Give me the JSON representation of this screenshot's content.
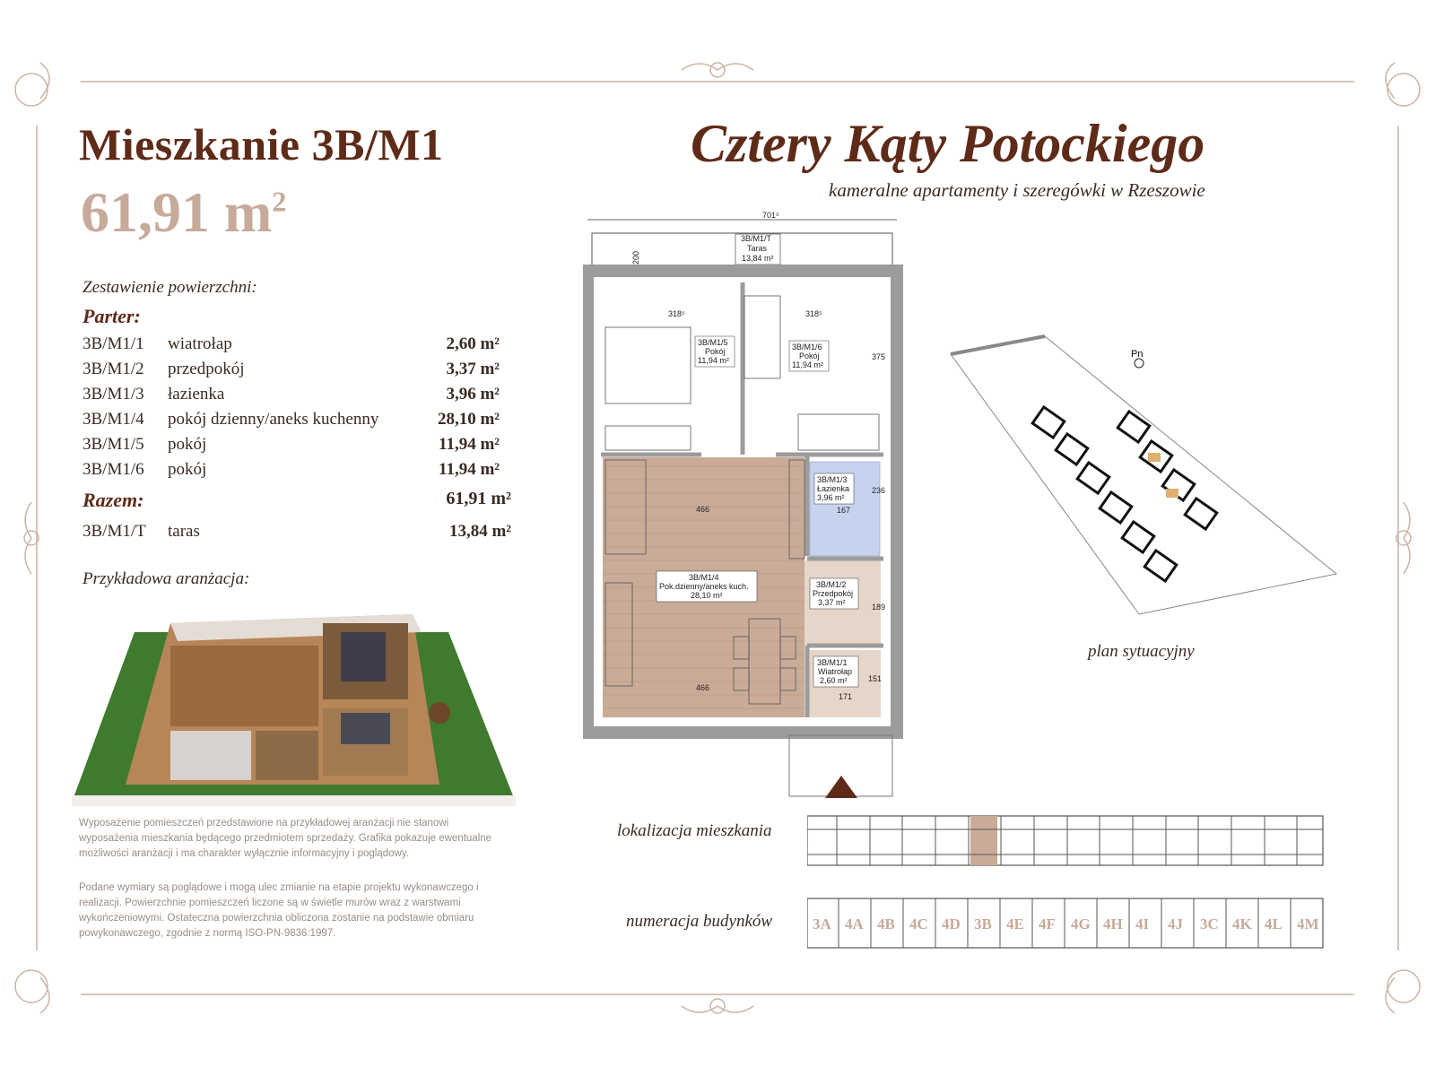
{
  "apartment": {
    "title": "Mieszkanie 3B/M1",
    "area_value": "61,91 m",
    "area_sup": "2"
  },
  "brand": {
    "name": "Cztery Kąty Potockiego",
    "subtitle": "kameralne apartamenty i szeregówki w Rzeszowie"
  },
  "summary": {
    "heading": "Zestawienie powierzchni:",
    "ground_floor": "Parter:",
    "rooms": [
      {
        "code": "3B/M1/1",
        "name": "wiatrołap",
        "area": "2,60 m²"
      },
      {
        "code": "3B/M1/2",
        "name": "przedpokój",
        "area": "3,37 m²"
      },
      {
        "code": "3B/M1/3",
        "name": "łazienka",
        "area": "3,96 m²"
      },
      {
        "code": "3B/M1/4",
        "name": "pokój dzienny/aneks kuchenny",
        "area": "28,10 m²"
      },
      {
        "code": "3B/M1/5",
        "name": "pokój",
        "area": "11,94 m²"
      },
      {
        "code": "3B/M1/6",
        "name": "pokój",
        "area": "11,94 m²"
      }
    ],
    "total_label": "Razem:",
    "total_area": "61,91 m²",
    "terrace": {
      "code": "3B/M1/T",
      "name": "taras",
      "area": "13,84 m²"
    }
  },
  "arrangement_label": "Przykładowa aranżacja:",
  "disclaimer1": "Wyposażenie pomieszczeń przedstawione na przykładowej aranżacji nie stanowi wyposażenia mieszkania będącego przedmiotem sprzedaży. Grafika pokazuje ewentualne możliwości aranżacji i ma charakter wyłącznie informacyjny i poglądowy.",
  "disclaimer2": "Podane wymiary są poglądowe i mogą ulec zmianie na etapie projektu wykonawczego i realizacji. Powierzchnie pomieszczeń liczone są w świetle murów wraz z warstwami wykończeniowymi. Ostateczna powierzchnia obliczona zostanie na podstawie obmiaru powykonawczego, zgodnie z normą ISO-PN-9836:1997.",
  "plan": {
    "dim_top": "701⁵",
    "dim_200": "200",
    "terrace": [
      "3B/M1/T",
      "Taras",
      "13,84 m²"
    ],
    "room5": [
      "3B/M1/5",
      "Pokój",
      "11,94 m²"
    ],
    "room6": [
      "3B/M1/6",
      "Pokój",
      "11,94 m²"
    ],
    "room3": [
      "3B/M1/3",
      "Łazienka",
      "3,96 m²"
    ],
    "room4": [
      "3B/M1/4",
      "Pok.dzienny/aneks kuch.",
      "28,10 m²"
    ],
    "room2": [
      "3B/M1/2",
      "Przedpokój",
      "3,37 m²"
    ],
    "room1": [
      "3B/M1/1",
      "Wiatrołap",
      "2,60 m²"
    ],
    "dim_318a": "318⁵",
    "dim_318b": "318⁵",
    "dim_375": "375",
    "dim_466a": "466",
    "dim_466b": "466",
    "dim_167": "167",
    "dim_236": "236",
    "dim_189": "189",
    "dim_171": "171",
    "dim_151": "151"
  },
  "site_plan": {
    "label": "plan sytuacyjny",
    "north": "Pn"
  },
  "location_label": "lokalizacja mieszkania",
  "buildings_label": "numeracja budynków",
  "buildings": [
    "3A",
    "4A",
    "4B",
    "4C",
    "4D",
    "3B",
    "4E",
    "4F",
    "4G",
    "4H",
    "4I",
    "4J",
    "3C",
    "4K",
    "4L",
    "4M"
  ],
  "colors": {
    "brand": "#5e2b18",
    "accent": "#c7aa9a",
    "frame": "#d9c4b6",
    "floor": "#c9ab97"
  }
}
